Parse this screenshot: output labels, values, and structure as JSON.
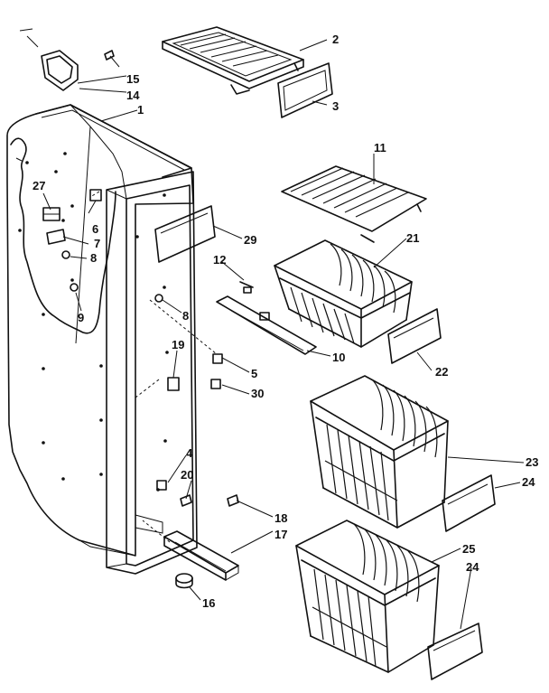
{
  "parts": {
    "p1": "1",
    "p2": "2",
    "p3": "3",
    "p4": "4",
    "p5": "5",
    "p6": "6",
    "p7": "7",
    "p8a": "8",
    "p8b": "8",
    "p9": "9",
    "p10": "10",
    "p11": "11",
    "p12": "12",
    "p14": "14",
    "p15": "15",
    "p16": "16",
    "p17": "17",
    "p18": "18",
    "p19": "19",
    "p20": "20",
    "p21": "21",
    "p22": "22",
    "p23": "23",
    "p24a": "24",
    "p24b": "24",
    "p25": "25",
    "p27": "27",
    "p29": "29",
    "p30": "30"
  }
}
